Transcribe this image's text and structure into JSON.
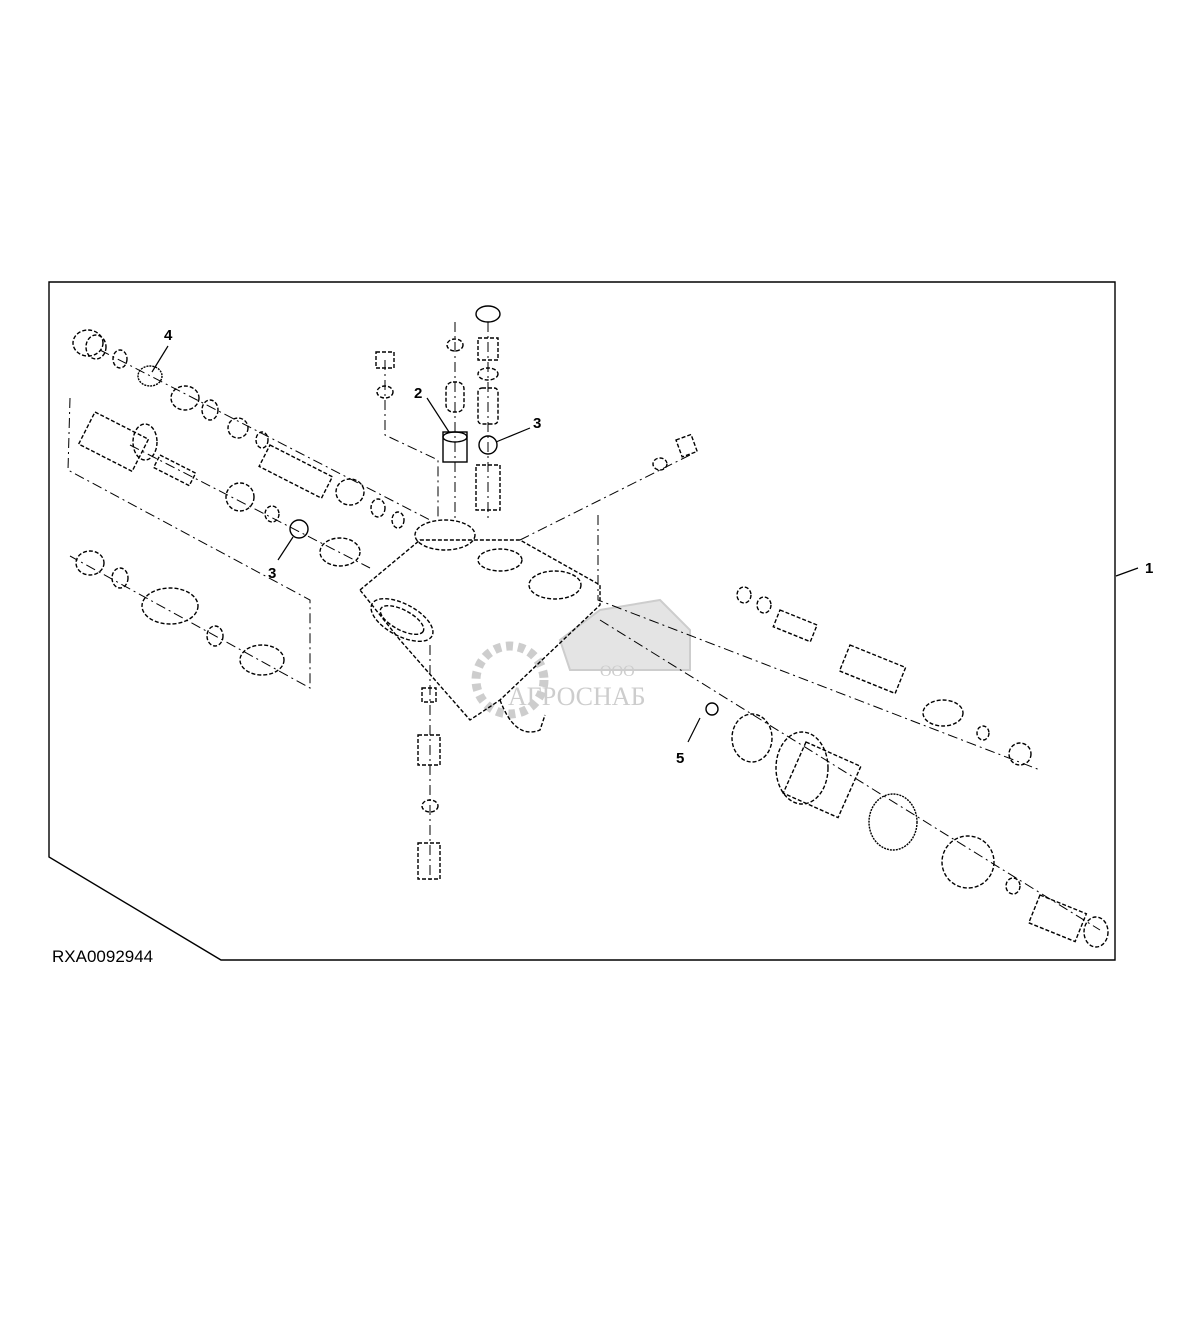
{
  "drawing": {
    "code": "RXA0092944",
    "callouts": [
      "1",
      "2",
      "3",
      "3",
      "4",
      "5"
    ]
  },
  "watermark": {
    "line1": "ООО",
    "line2": "АГРОСНАБ"
  },
  "colors": {
    "line": "#000000",
    "background": "#ffffff",
    "watermark": "#c8c8c8"
  }
}
